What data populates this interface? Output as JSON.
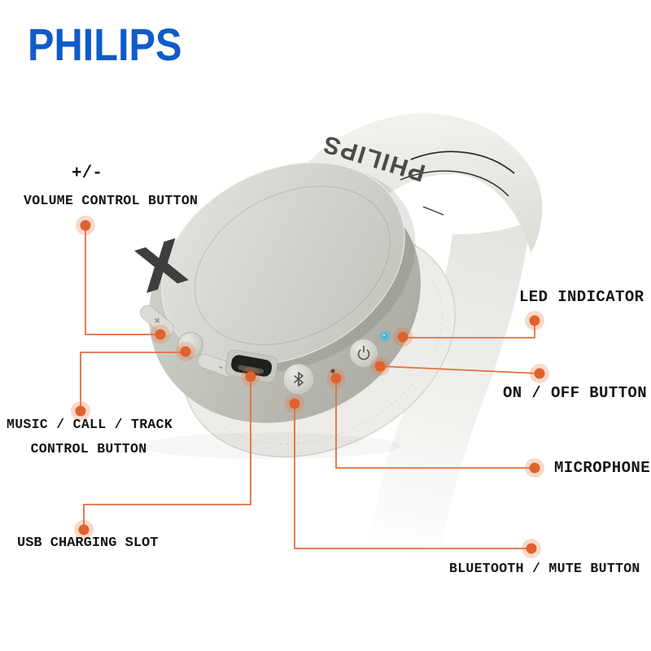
{
  "brand": {
    "logo": "PHILIPS",
    "logo_color": "#0f5bc8"
  },
  "product": {
    "headband_text": "PHILIPS",
    "ear_cup_logo": "X",
    "volume_plus": "+",
    "volume_minus": "-"
  },
  "callouts": {
    "volume": {
      "prefix": "+/-",
      "label": "VOLUME CONTROL BUTTON"
    },
    "music": {
      "line1": "MUSIC / CALL / TRACK",
      "line2": "CONTROL BUTTON"
    },
    "usb": {
      "label": "USB CHARGING SLOT"
    },
    "bluetooth": {
      "label": "BLUETOOTH / MUTE BUTTON"
    },
    "microphone": {
      "label": "MICROPHONE"
    },
    "power": {
      "label": "ON / OFF BUTTON"
    },
    "led": {
      "label": "LED INDICATOR"
    }
  },
  "colors": {
    "accent_orange": "#e0622e",
    "philips_blue": "#0f5bc8",
    "led_blue": "#35b7e8",
    "label_text": "#151515"
  }
}
